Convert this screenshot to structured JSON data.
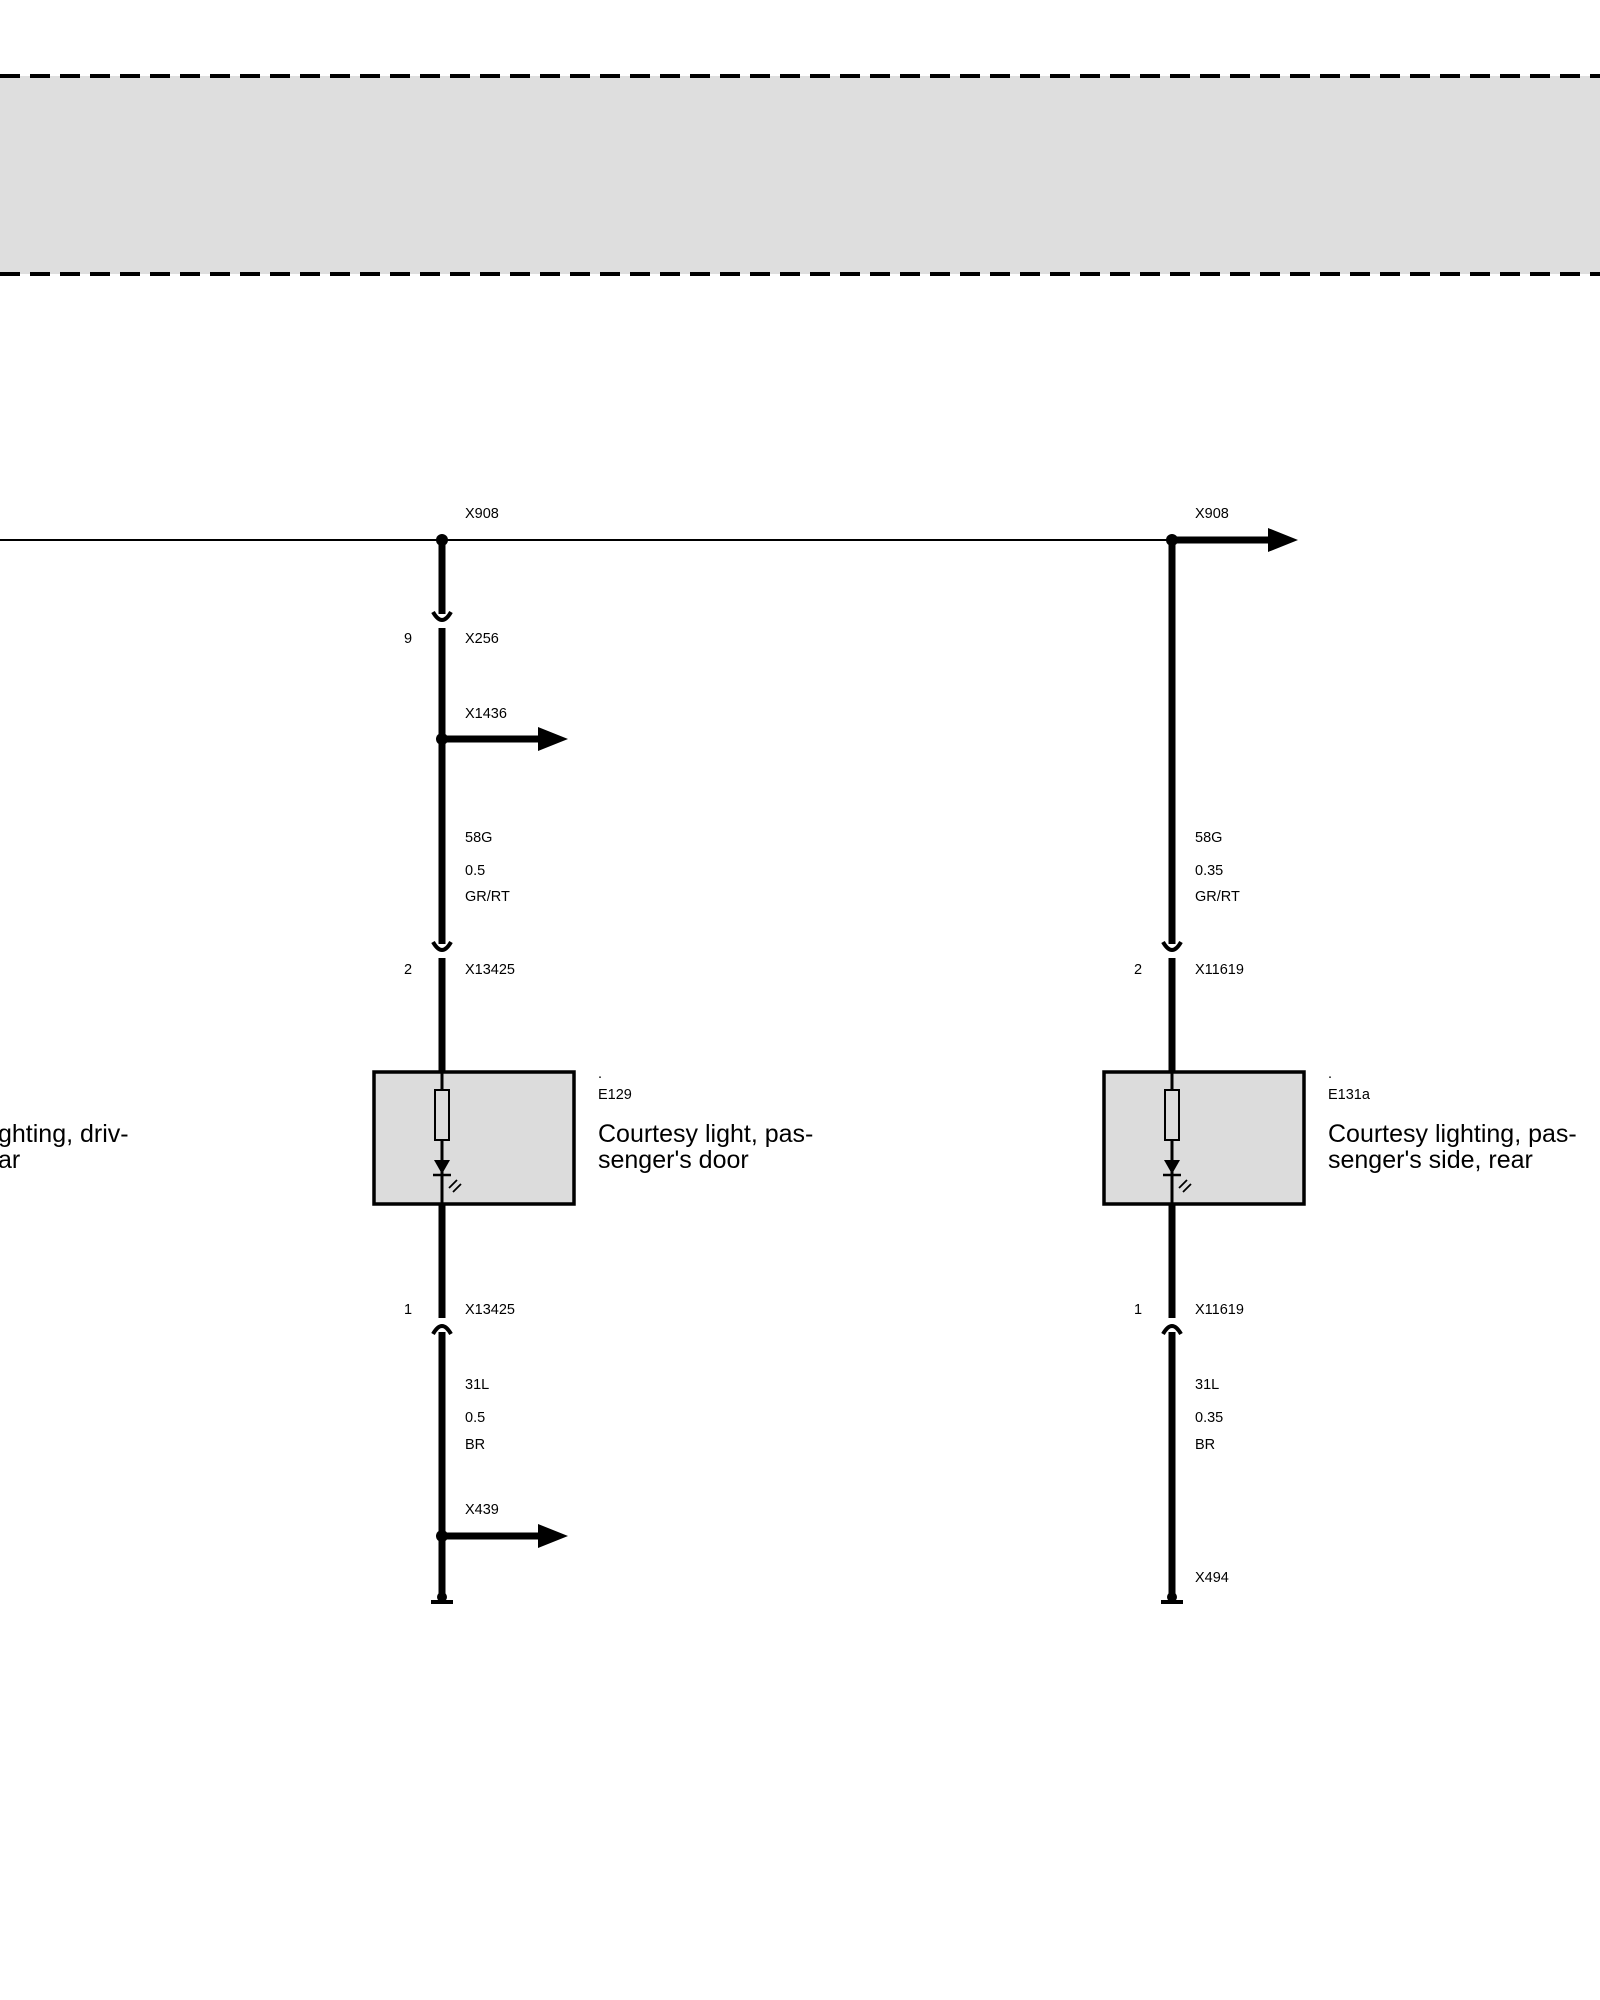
{
  "colors": {
    "panel_fill": "#dedede",
    "component_fill": "#dcdcdc",
    "wire": "#000000",
    "background": "#ffffff"
  },
  "left_fragment": {
    "title_line1": "ghting, driv-",
    "title_line2": "ar"
  },
  "circuit_a": {
    "splice_top": "X908",
    "connector_upper": {
      "pin": "9",
      "name": "X256"
    },
    "splice_mid": "X1436",
    "wire_upper": {
      "signal": "58G",
      "gauge": "0.5",
      "color": "GR/RT"
    },
    "component_pin_top": {
      "pin": "2",
      "name": "X13425"
    },
    "component": {
      "dot": ".",
      "code": "E129",
      "title_line1": "Courtesy light, pas-",
      "title_line2": "senger's door"
    },
    "component_pin_bottom": {
      "pin": "1",
      "name": "X13425"
    },
    "wire_lower": {
      "signal": "31L",
      "gauge": "0.5",
      "color": "BR"
    },
    "splice_bottom": "X439"
  },
  "circuit_b": {
    "splice_top": "X908",
    "wire_upper": {
      "signal": "58G",
      "gauge": "0.35",
      "color": "GR/RT"
    },
    "component_pin_top": {
      "pin": "2",
      "name": "X11619"
    },
    "component": {
      "dot": ".",
      "code": "E131a",
      "title_line1": "Courtesy lighting, pas-",
      "title_line2": "senger's side, rear"
    },
    "component_pin_bottom": {
      "pin": "1",
      "name": "X11619"
    },
    "wire_lower": {
      "signal": "31L",
      "gauge": "0.35",
      "color": "BR"
    },
    "ground": "X494"
  }
}
